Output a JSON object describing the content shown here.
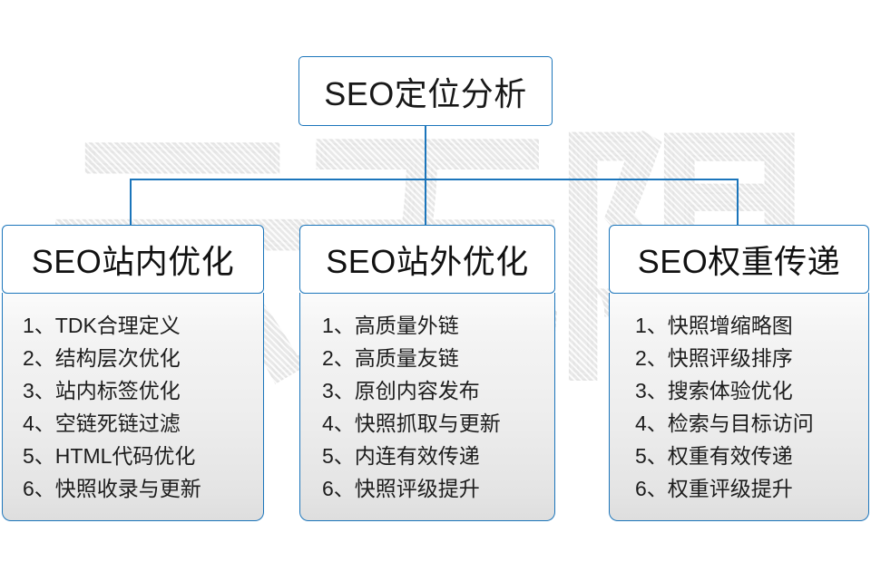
{
  "watermark": {
    "text": "云无限",
    "chars": [
      "云",
      "无",
      "限"
    ]
  },
  "colors": {
    "accent": "#1b75bb",
    "text": "#181818",
    "panel_top": "#fbfbfb",
    "panel_bottom": "#dedede"
  },
  "root": {
    "title": "SEO定位分析"
  },
  "columns": [
    {
      "title": "SEO站内优化",
      "items": [
        "1、TDK合理定义",
        "2、结构层次优化",
        "3、站内标签优化",
        "4、空链死链过滤",
        "5、HTML代码优化",
        "6、快照收录与更新"
      ]
    },
    {
      "title": "SEO站外优化",
      "items": [
        "1、高质量外链",
        "2、高质量友链",
        "3、原创内容发布",
        "4、快照抓取与更新",
        "5、内连有效传递",
        "6、快照评级提升"
      ]
    },
    {
      "title": "SEO权重传递",
      "items": [
        "1、快照增缩略图",
        "2、快照评级排序",
        "3、搜索体验优化",
        "4、检索与目标访问",
        "5、权重有效传递",
        "6、权重评级提升"
      ]
    }
  ]
}
